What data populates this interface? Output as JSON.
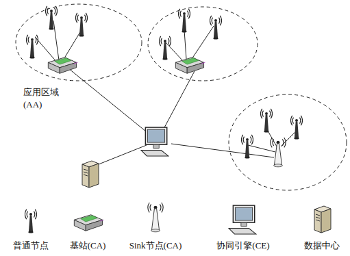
{
  "diagram": {
    "labels": [
      "应用区域 (AA)"
    ],
    "legend": [
      {
        "text": "普通节点"
      },
      {
        "text": "基站(CA)"
      },
      {
        "text": "Sink节点(CA)"
      },
      {
        "text": "协同引擎(CE)"
      },
      {
        "text": "数据中心"
      }
    ]
  }
}
